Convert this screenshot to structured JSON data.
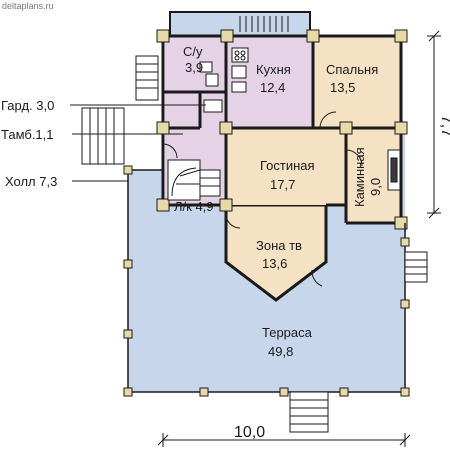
{
  "watermark": "deltaplans.ru",
  "rooms": {
    "bathroom": {
      "name": "С/у",
      "area": "3,9"
    },
    "kitchen": {
      "name": "Кухня",
      "area": "12,4"
    },
    "bedroom": {
      "name": "Спальня",
      "area": "13,5"
    },
    "living": {
      "name": "Гостиная",
      "area": "17,7"
    },
    "fireplace": {
      "name": "Каминная",
      "area": "9,0"
    },
    "tv_zone": {
      "name": "Зона тв",
      "area": "13,6"
    },
    "stair": {
      "name": "Л/к 4,9"
    },
    "terrace": {
      "name": "Терраса",
      "area": "49,8"
    }
  },
  "callouts": {
    "wardrobe": "Гард. 3,0",
    "vestibule": "Тамб.1,1",
    "hall": "Холл 7,3"
  },
  "dimensions": {
    "width": "10,0",
    "depth": "7,7"
  },
  "colors": {
    "terrace": "#c8d6ec",
    "kitchen_wet": "#e6d2e6",
    "living": "#f5e2c4",
    "wall": "#1a1a1a"
  }
}
